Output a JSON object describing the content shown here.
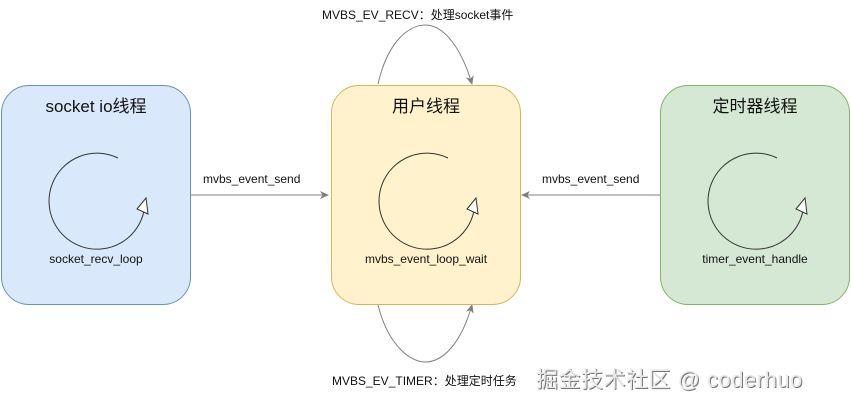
{
  "nodes": [
    {
      "id": "socket",
      "title": "socket io线程",
      "function": "socket_recv_loop",
      "fill": "#dae8fc",
      "stroke": "#6c8ebf"
    },
    {
      "id": "user",
      "title": "用户线程",
      "function": "mvbs_event_loop_wait",
      "fill": "#fff2cc",
      "stroke": "#d6b656"
    },
    {
      "id": "timer",
      "title": "定时器线程",
      "function": "timer_event_handle",
      "fill": "#d5e8d4",
      "stroke": "#82b366"
    }
  ],
  "edges": [
    {
      "from": "socket",
      "to": "user",
      "label": "mvbs_event_send"
    },
    {
      "from": "timer",
      "to": "user",
      "label": "mvbs_event_send"
    },
    {
      "from": "user",
      "to": "user",
      "label": "MVBS_EV_RECV：处理socket事件",
      "position": "top"
    },
    {
      "from": "user",
      "to": "user",
      "label": "MVBS_EV_TIMER：处理定时任务",
      "position": "bottom"
    }
  ],
  "watermark": "掘金技术社区 @ coderhuo",
  "colors": {
    "edge": "#808080",
    "loop": "#333333"
  }
}
